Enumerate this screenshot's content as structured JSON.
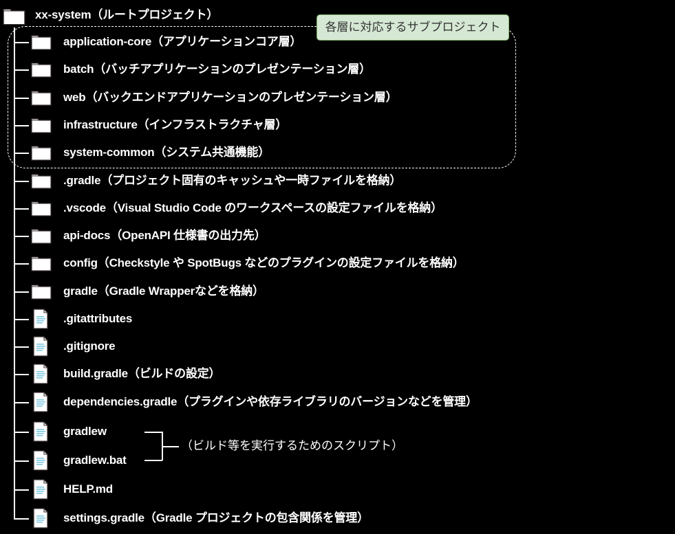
{
  "root": {
    "name": "xx-system",
    "desc": "（ルートプロジェクト）",
    "icon": "folder-icon"
  },
  "callout": {
    "text": "各層に対応するサブプロジェクト",
    "bg_color": "#d5e8d4",
    "border_color": "#82b366"
  },
  "subprojects": [
    {
      "name": "application-core",
      "desc": "（アプリケーションコア層）",
      "icon": "folder-icon"
    },
    {
      "name": "batch",
      "desc": "（バッチアプリケーションのプレゼンテーション層）",
      "icon": "folder-icon"
    },
    {
      "name": "web",
      "desc": "（バックエンドアプリケーションのプレゼンテーション層）",
      "icon": "folder-icon"
    },
    {
      "name": "infrastructure",
      "desc": "（インフラストラクチャ層）",
      "icon": "folder-icon"
    },
    {
      "name": "system-common",
      "desc": "（システム共通機能）",
      "icon": "folder-icon"
    }
  ],
  "folders": [
    {
      "name": ".gradle",
      "desc": "（プロジェクト固有のキャッシュや一時ファイルを格納）",
      "icon": "folder-icon"
    },
    {
      "name": ".vscode",
      "desc": "（Visual Studio Code のワークスペースの設定ファイルを格納）",
      "icon": "folder-icon"
    },
    {
      "name": "api-docs",
      "desc": "（OpenAPI 仕様書の出力先）",
      "icon": "folder-icon"
    },
    {
      "name": "config",
      "desc": "（Checkstyle や SpotBugs などのプラグインの設定ファイルを格納）",
      "icon": "folder-icon"
    },
    {
      "name": "gradle",
      "desc": "（Gradle Wrapperなどを格納）",
      "icon": "folder-icon"
    }
  ],
  "files": [
    {
      "name": ".gitattributes",
      "desc": "",
      "icon": "file-icon"
    },
    {
      "name": ".gitignore",
      "desc": "",
      "icon": "file-icon"
    },
    {
      "name": "build.gradle",
      "desc": "（ビルドの設定）",
      "icon": "file-icon"
    },
    {
      "name": "dependencies.gradle",
      "desc": "（プラグインや依存ライブラリのバージョンなどを管理）",
      "icon": "file-icon"
    },
    {
      "name": "gradlew",
      "desc": "",
      "icon": "file-icon"
    },
    {
      "name": "gradlew.bat",
      "desc": "",
      "icon": "file-icon"
    },
    {
      "name": "HELP.md",
      "desc": "",
      "icon": "file-icon"
    },
    {
      "name": "settings.gradle",
      "desc": "（Gradle プロジェクトの包含関係を管理）",
      "icon": "file-icon"
    }
  ],
  "gradlew_bracket": {
    "text": "（ビルド等を実行するためのスクリプト）"
  },
  "colors": {
    "background": "#000000",
    "line": "#ffffff",
    "file_lines": "#7fc8e0"
  }
}
